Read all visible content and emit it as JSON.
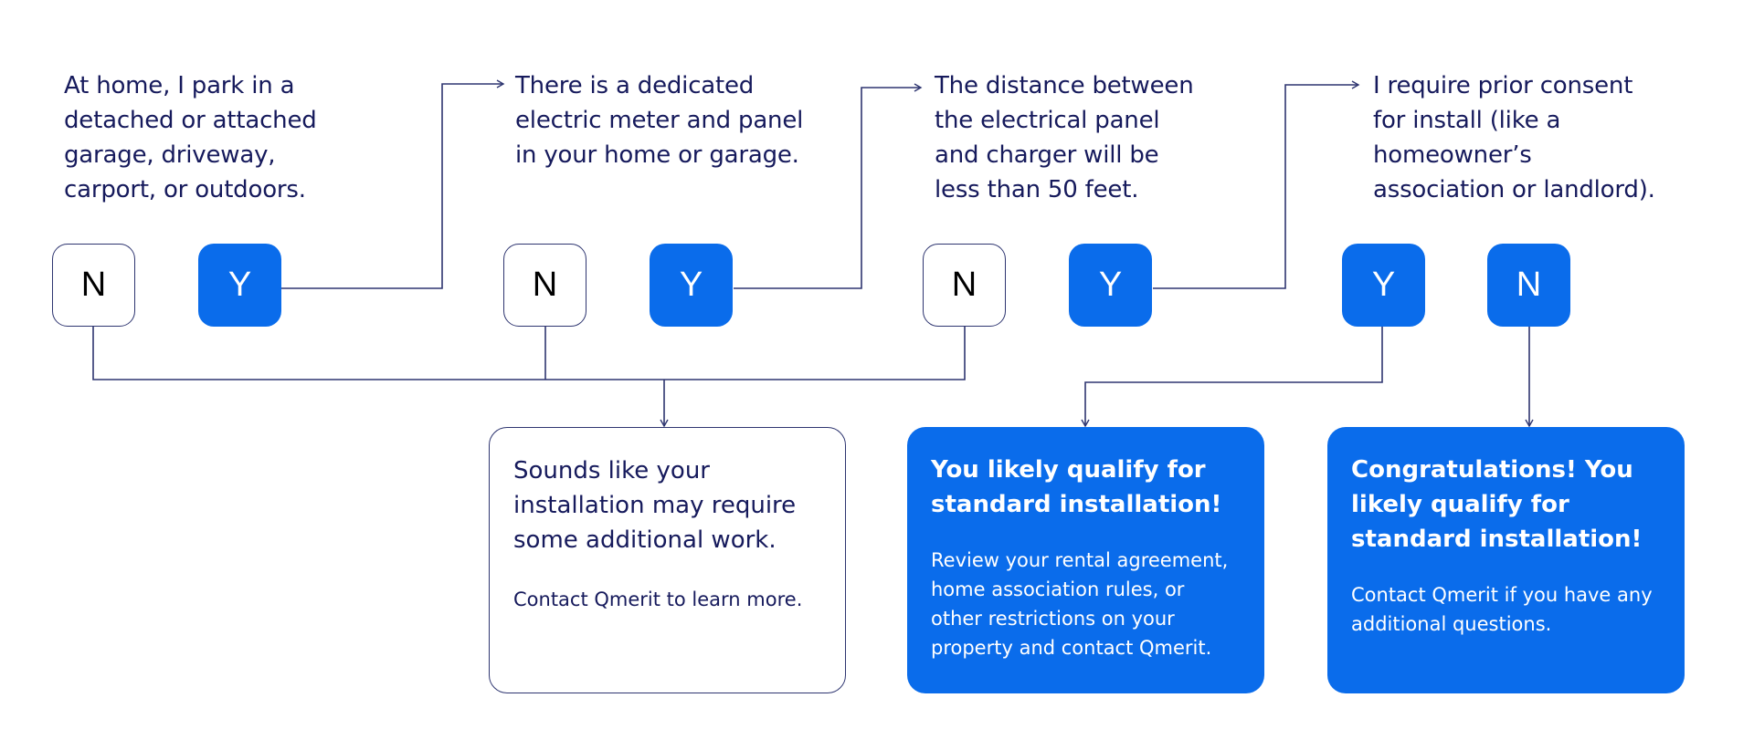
{
  "questions": [
    {
      "text": "At home, I park in a detached or attached garage, driveway, carport, or outdoors.",
      "lines": [
        "At home, I park in a",
        "detached or attached",
        "garage, driveway,",
        "carport, or outdoors."
      ]
    },
    {
      "text": "There is a dedicated electric meter and panel in your home or garage.",
      "lines": [
        "There is a dedicated",
        "electric meter and panel",
        "in your home or garage."
      ]
    },
    {
      "text": "The distance between the electrical panel and charger will be less than 50 feet.",
      "lines": [
        "The distance between",
        "the electrical panel",
        "and charger will be",
        "less than 50 feet."
      ]
    },
    {
      "text": "I require prior consent for install (like a homeowner’s association or landlord).",
      "lines": [
        "I require prior consent",
        "for install (like a",
        "homeowner’s",
        "association or landlord)."
      ]
    }
  ],
  "answers": [
    {
      "question": 1,
      "label": "N",
      "style": "outline"
    },
    {
      "question": 1,
      "label": "Y",
      "style": "filled"
    },
    {
      "question": 2,
      "label": "N",
      "style": "outline"
    },
    {
      "question": 2,
      "label": "Y",
      "style": "filled"
    },
    {
      "question": 3,
      "label": "N",
      "style": "outline"
    },
    {
      "question": 3,
      "label": "Y",
      "style": "filled"
    },
    {
      "question": 4,
      "label": "Y",
      "style": "filled"
    },
    {
      "question": 4,
      "label": "N",
      "style": "filled"
    }
  ],
  "outcomes": [
    {
      "title_lines": [
        "Sounds like your",
        "installation may require",
        "some additional work."
      ],
      "body_lines": [
        "Contact Qmerit to learn more."
      ],
      "style": "outline"
    },
    {
      "title_lines": [
        "You likely qualify for",
        "standard installation!"
      ],
      "body_lines": [
        "Review your rental agreement,",
        "home association rules, or",
        "other restrictions on your",
        "property and contact Qmerit."
      ],
      "style": "filled"
    },
    {
      "title_lines": [
        "Congratulations! You",
        "likely qualify for",
        "standard installation!"
      ],
      "body_lines": [
        "Contact Qmerit if you have any",
        "additional questions."
      ],
      "style": "filled"
    }
  ],
  "colors": {
    "accent_blue": "#0a6ceb",
    "navy_text": "#161a5c",
    "line": "#2e3570",
    "background": "#ffffff"
  }
}
